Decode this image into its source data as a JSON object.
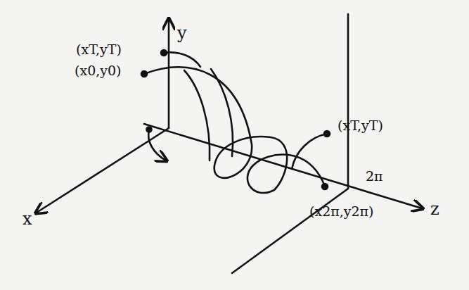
{
  "diagram": {
    "labels": [
      "(xT,yT)",
      "(x0,y0)",
      "(xT,yT)",
      "2π",
      "(x2π,y2π)",
      "x",
      "y",
      "z"
    ]
  }
}
